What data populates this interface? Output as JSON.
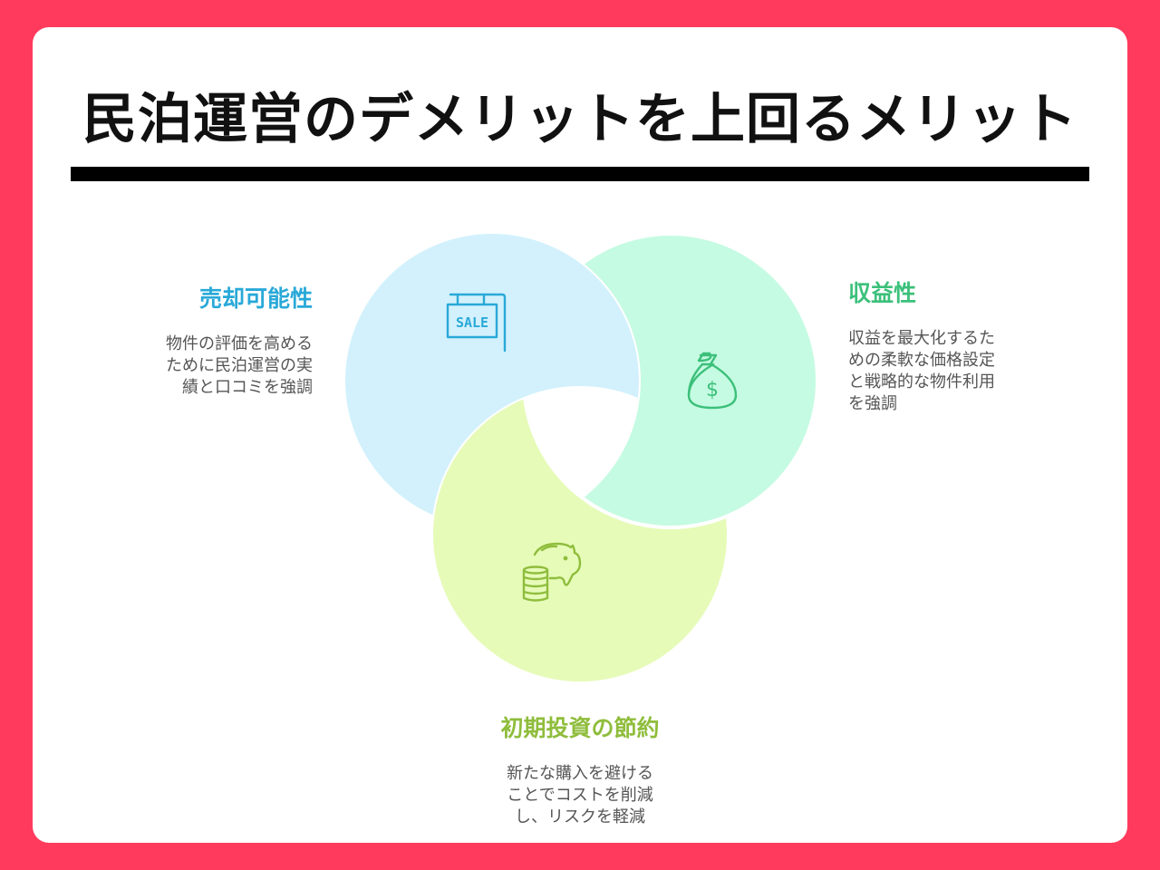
{
  "title": "民泊運営のデメリットを上回るメリット",
  "colors": {
    "background": "#ff3a5c",
    "card": "#ffffff",
    "blue_fill": "#d2f1fc",
    "blue_accent": "#29a9d8",
    "green_fill": "#c5fbe2",
    "green_accent": "#3cc07a",
    "yellow_fill": "#e6fbb8",
    "yellow_accent": "#8fbd3c"
  },
  "segments": [
    {
      "id": "resale",
      "title": "売却可能性",
      "description_lines": [
        "物件の評価を高める",
        "ために民泊運営の実",
        "績と口コミを強調"
      ],
      "icon": "sale-sign-icon"
    },
    {
      "id": "profitability",
      "title": "収益性",
      "description_lines": [
        "収益を最大化するた",
        "めの柔軟な価格設定",
        "と戦略的な物件利用",
        "を強調"
      ],
      "icon": "money-bag-icon"
    },
    {
      "id": "initial-investment",
      "title": "初期投資の節約",
      "description_lines": [
        "新たな購入を避ける",
        "ことでコストを削減",
        "し、リスクを軽減"
      ],
      "icon": "piggy-bank-coins-icon"
    }
  ]
}
